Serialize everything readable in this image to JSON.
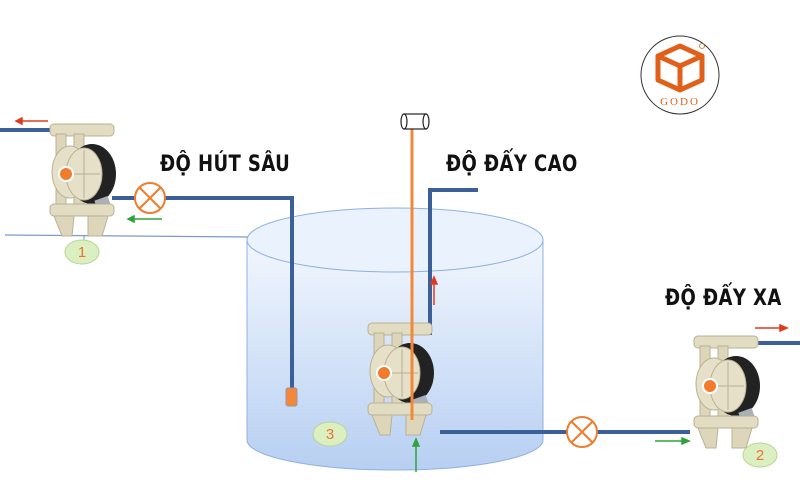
{
  "labels": {
    "suction_depth": "ĐỘ HÚT SÂU",
    "push_height": "ĐỘ ĐẨY CAO",
    "push_distance": "ĐỘ ĐẨY XA"
  },
  "pump_numbers": [
    "1",
    "2",
    "3"
  ],
  "logo": {
    "text": "GODO",
    "mark": "®"
  },
  "colors": {
    "pipe": "#3b5f99",
    "valve": "#f07c2c",
    "rod": "#f3883a",
    "arrow_outflow": "#e03a1e",
    "arrow_inflow": "#2fa33a",
    "tank_fill": "#c9dcf6",
    "logo": "#e0601a"
  }
}
